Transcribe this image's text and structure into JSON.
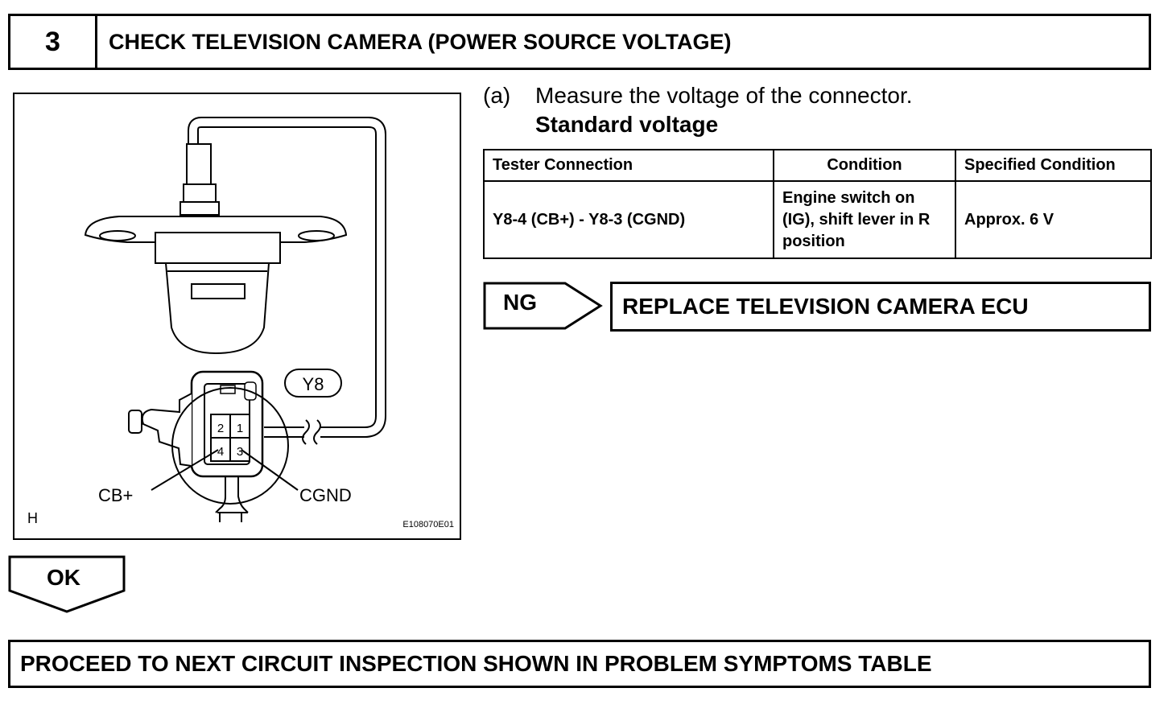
{
  "step": {
    "number": "3",
    "title": "CHECK TELEVISION CAMERA (POWER SOURCE VOLTAGE)"
  },
  "figure": {
    "connector_name": "Y8",
    "pins": [
      "1",
      "2",
      "3",
      "4"
    ],
    "label_left": "CB+",
    "label_right": "CGND",
    "corner_letter": "H",
    "figure_code": "E108070E01"
  },
  "instruction": {
    "marker": "(a)",
    "text": "Measure the voltage of the connector.",
    "standard_label": "Standard voltage"
  },
  "spec_table": {
    "headers": [
      "Tester Connection",
      "Condition",
      "Specified Condition"
    ],
    "rows": [
      [
        "Y8-4 (CB+) - Y8-3 (CGND)",
        "Engine switch on (IG), shift lever in R position",
        "Approx. 6 V"
      ]
    ]
  },
  "ng_branch": {
    "label": "NG",
    "result": "REPLACE TELEVISION CAMERA ECU"
  },
  "ok_branch": {
    "label": "OK"
  },
  "final_action": "PROCEED TO NEXT CIRCUIT INSPECTION SHOWN IN PROBLEM SYMPTOMS TABLE"
}
